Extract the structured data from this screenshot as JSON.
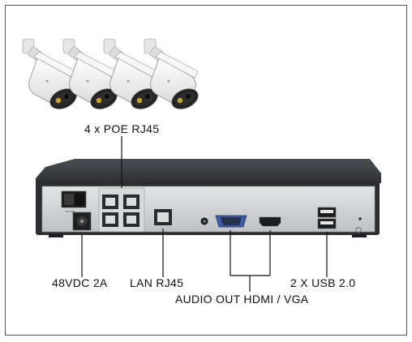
{
  "labels": {
    "poe": "4 x POE RJ45",
    "power": "48VDC 2A",
    "lan": "LAN RJ45",
    "usb": "2 X USB 2.0",
    "av_out": "AUDIO OUT HDMI / VGA"
  },
  "cameras": {
    "count": 4
  },
  "colors": {
    "nvr_body": "#2b2d31",
    "nvr_top": "#3a3c41",
    "nvr_face": "#cfd1d4",
    "camera_body": "#f2f2f2",
    "camera_lens": "#1a1a1a",
    "camera_accent": "#c9a227"
  },
  "icons": [
    "bullet-camera-icon",
    "nvr-device-icon",
    "power-switch-icon",
    "dc-jack-icon",
    "rj45-port-icon",
    "vga-port-icon",
    "hdmi-port-icon",
    "usb-port-icon",
    "audio-jack-icon"
  ]
}
